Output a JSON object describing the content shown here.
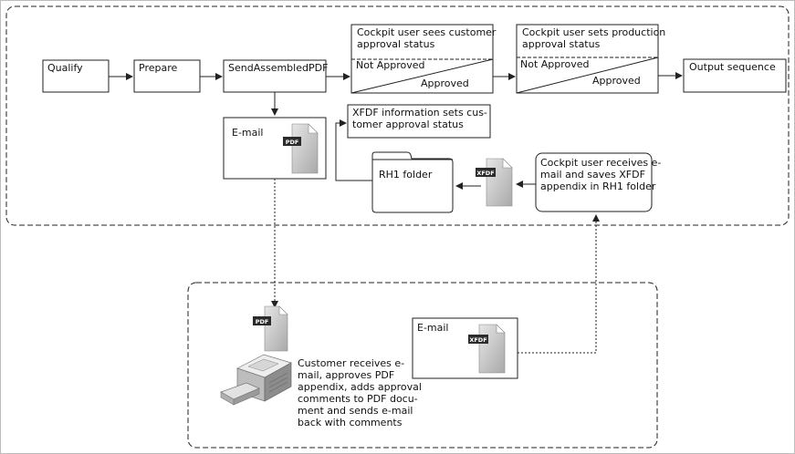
{
  "steps": {
    "qualify": "Qualify",
    "prepare": "Prepare",
    "send_assembled_pdf": "SendAssembledPDF",
    "output_sequence": "Output sequence"
  },
  "customer_approval": {
    "line1": "Cockpit user sees customer",
    "line2": "approval status",
    "not_approved": "Not Approved",
    "approved": "Approved"
  },
  "production_approval": {
    "line1": "Cockpit user sets production",
    "line2": "approval status",
    "not_approved": "Not Approved",
    "approved": "Approved"
  },
  "email_out": {
    "title": "E-mail",
    "doc_tag": "PDF"
  },
  "xfdf_info": {
    "line1": "XFDF information sets cus-",
    "line2": "tomer approval status"
  },
  "rh1_folder": {
    "label": "RH1 folder"
  },
  "xfdf_file": {
    "doc_tag": "XFDF"
  },
  "cockpit_receives": {
    "line1": "Cockpit user receives e-",
    "line2": "mail and saves XFDF",
    "line3": "appendix in RH1 folder"
  },
  "customer_doc": {
    "doc_tag": "PDF"
  },
  "customer_action": {
    "line1": "Customer receives e-",
    "line2": "mail, approves PDF",
    "line3": "appendix, adds approval",
    "line4": "comments to PDF docu-",
    "line5": "ment and sends e-mail",
    "line6": "back with comments"
  },
  "email_back": {
    "title": "E-mail",
    "doc_tag": "XFDF"
  }
}
